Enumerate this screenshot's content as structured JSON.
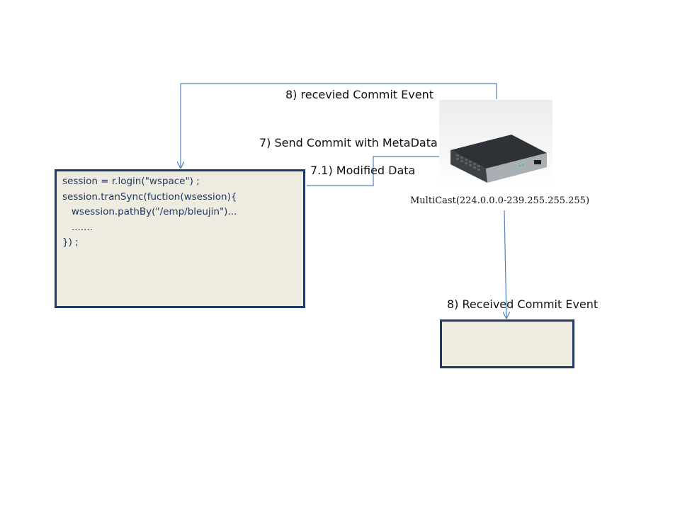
{
  "labels": {
    "received_top": "8) recevied Commit Event",
    "send_commit": "7) Send Commit with MetaData",
    "modified_data": "7.1) Modified Data",
    "received_bottom": "8) Received Commit Event"
  },
  "code_box": {
    "lines": [
      "session = r.login(\"wspace\") ;",
      "session.tranSync(fuction(wsession){",
      "   wsession.pathBy(\"/emp/bleujin\")...",
      "   .......",
      "}) ;"
    ]
  },
  "network_switch": {
    "caption": "MultiCast(224.0.0.0-239.255.255.255)"
  },
  "colors": {
    "connector": "#4f81bd",
    "box_fill": "#eeece1",
    "box_border": "#1f3864"
  }
}
